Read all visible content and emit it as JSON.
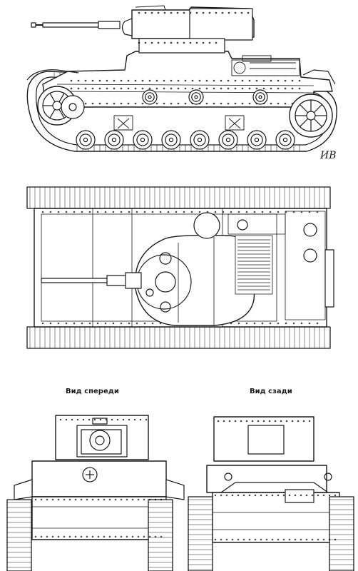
{
  "labels": {
    "front_view": "Вид спереди",
    "rear_view": "Вид сзади",
    "signature": "ИВ"
  },
  "views": [
    {
      "id": "side-view",
      "icon": "tank-side-profile"
    },
    {
      "id": "top-view",
      "icon": "tank-top-plan"
    },
    {
      "id": "front-view",
      "icon": "tank-front-elevation"
    },
    {
      "id": "rear-view",
      "icon": "tank-rear-elevation"
    }
  ],
  "colors": {
    "line": "#1a1a1a",
    "paper": "#ffffff",
    "fill": "#e8e8e8"
  }
}
